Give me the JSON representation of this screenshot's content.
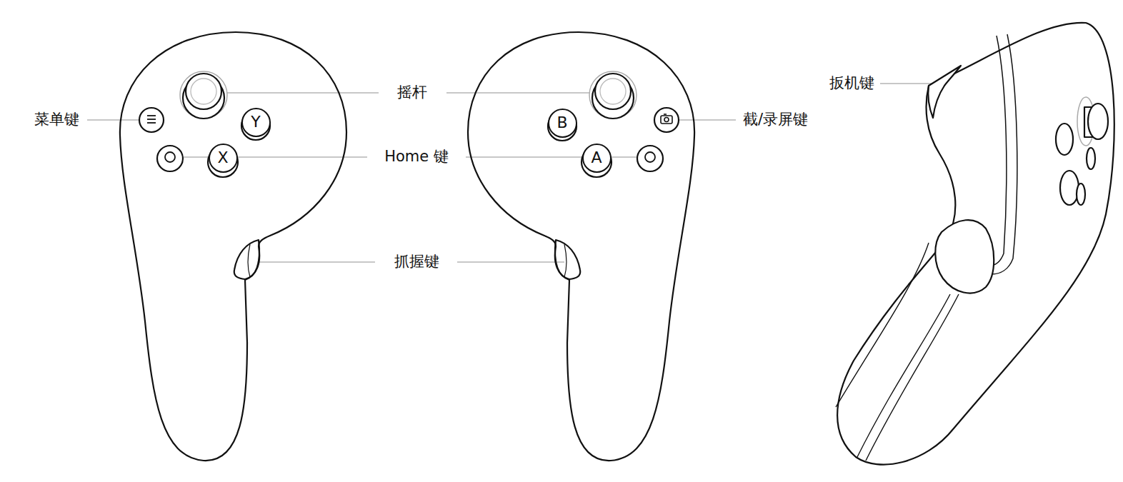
{
  "diagram": {
    "nodes": [
      {
        "text": [
          "Y"
        ]
      },
      {
        "text": [
          "X"
        ]
      },
      {
        "text": [
          "B"
        ]
      },
      {
        "text": [
          "A"
        ]
      }
    ],
    "labels": [
      "菜单键",
      "摇杆",
      "Home 键",
      "抓握键",
      "截/录屏键",
      "扳机键"
    ]
  }
}
